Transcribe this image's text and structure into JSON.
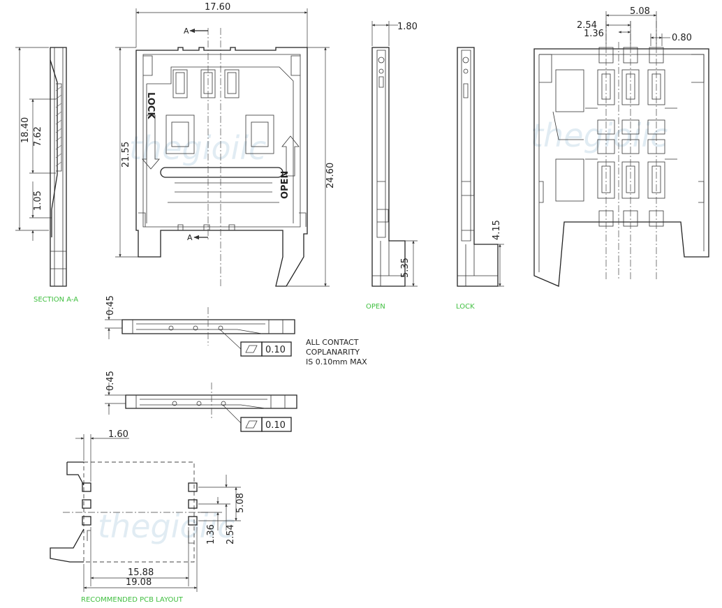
{
  "watermark": "thegioiic",
  "views": {
    "section": {
      "label": "SECTION A-A",
      "dim_total": "18.40",
      "dim_mid": "7.62",
      "dim_low": "1.05"
    },
    "top": {
      "dim_width": "17.60",
      "dim_height_left": "21.55",
      "dim_height_right": "24.60",
      "section_mark": "A",
      "lock_text": "LOCK",
      "open_text": "OPEN"
    },
    "open": {
      "label": "OPEN",
      "dim_top": "1.80",
      "dim_bottom": "5.35"
    },
    "lock": {
      "label": "LOCK",
      "dim_bottom": "4.15"
    },
    "contacts": {
      "dim_pitch_large": "5.08",
      "dim_pitch": "2.54",
      "dim_offset": "1.36",
      "dim_pad": "0.80"
    },
    "side1": {
      "dim_thickness": "0.45",
      "tolerance": "0.10"
    },
    "side2": {
      "dim_thickness": "0.45",
      "tolerance": "0.10"
    },
    "note": [
      "ALL CONTACT",
      "COPLANARITY",
      "IS 0.10mm MAX"
    ],
    "pcb": {
      "label": "RECOMMENDED PCB LAYOUT",
      "dim_top": "1.60",
      "dim_w1": "15.88",
      "dim_w2": "19.08",
      "dim_v1": "5.08",
      "dim_v2": "2.54",
      "dim_v3": "1.36"
    }
  }
}
